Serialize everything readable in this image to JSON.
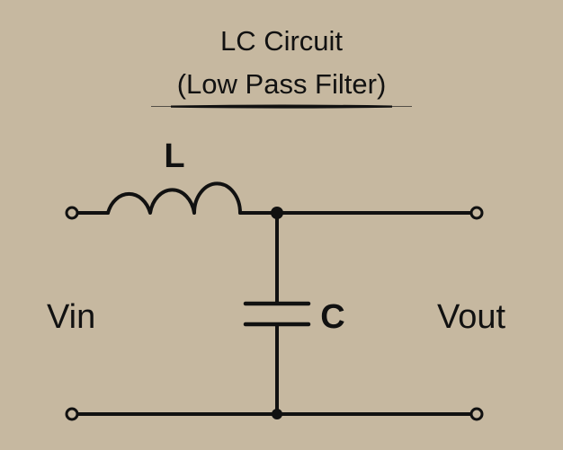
{
  "title": {
    "line1": "LC Circuit",
    "line2": "(Low Pass Filter)"
  },
  "components": {
    "inductor_label": "L",
    "capacitor_label": "C"
  },
  "ports": {
    "input_label": "Vin",
    "output_label": "Vout"
  },
  "colors": {
    "background": "#c6b8a0",
    "ink": "#111111"
  }
}
